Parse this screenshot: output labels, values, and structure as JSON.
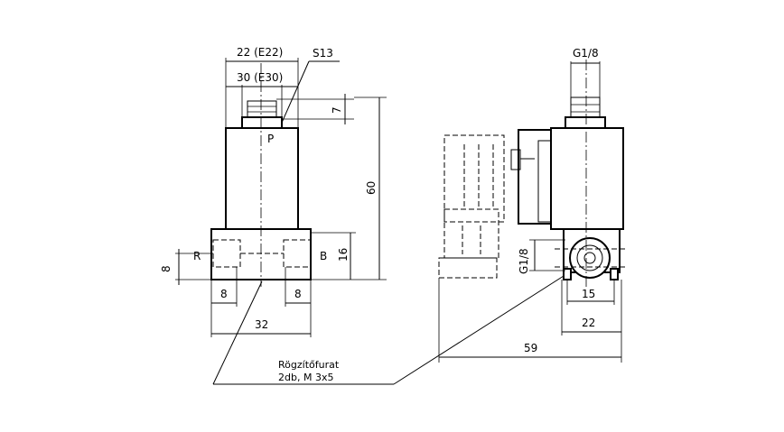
{
  "drawing": {
    "labels": {
      "width_e22": "22 (E22)",
      "width_e30": "30 (E30)",
      "s13": "S13",
      "dim_7": "7",
      "dim_60": "60",
      "port_p": "P",
      "port_r": "R",
      "port_b": "B",
      "dim_16": "16",
      "dim_8_side": "8",
      "dim_8_left": "8",
      "dim_8_right": "8",
      "dim_32": "32",
      "g18_top": "G1/8",
      "g18_side": "G1/8",
      "dim_15": "15",
      "dim_22": "22",
      "dim_59": "59",
      "note_line1": "Rögzítőfurat",
      "note_line2": "2db, M 3x5"
    }
  }
}
